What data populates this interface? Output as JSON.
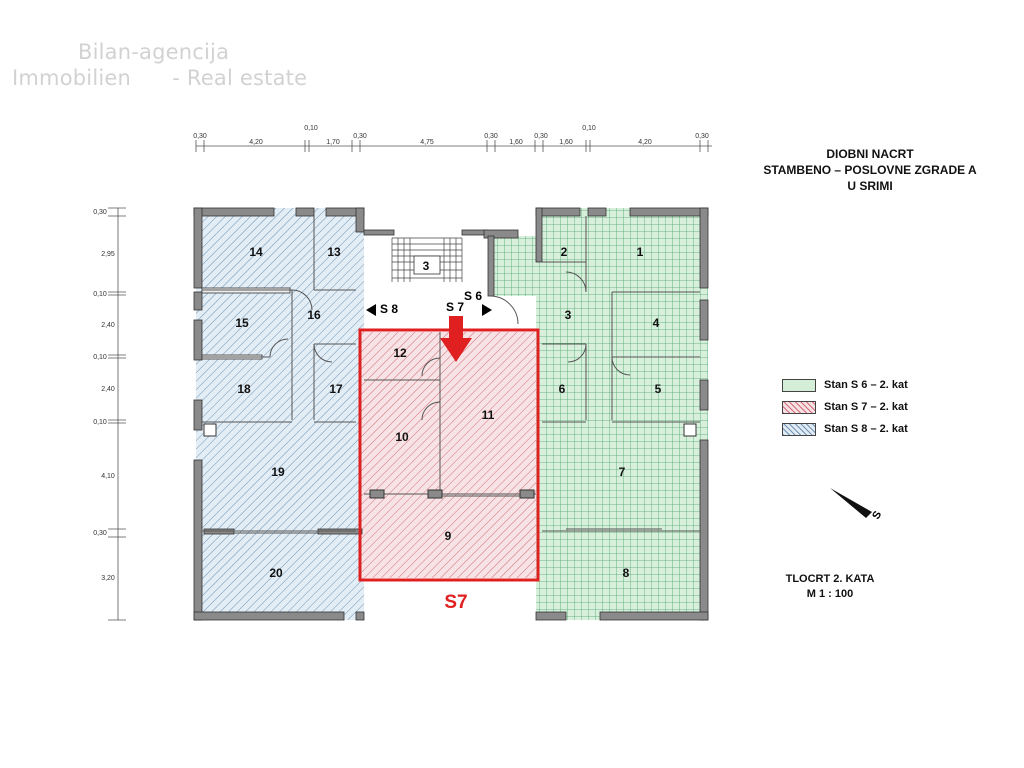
{
  "watermark": {
    "line1": "Bilan-agencija",
    "line2": "Immobilien      - Real estate"
  },
  "title": {
    "line1": "DIOBNI NACRT",
    "line2": "STAMBENO – POSLOVNE ZGRADE A",
    "line3": "U SRIMI"
  },
  "legend": {
    "items": [
      {
        "label": "Stan S 6 – 2. kat",
        "color": "#2e9a5a"
      },
      {
        "label": "Stan S 7 – 2. kat",
        "color": "#cc3b4a"
      },
      {
        "label": "Stan S 8 – 2. kat",
        "color": "#4b7a9e"
      }
    ]
  },
  "floor": {
    "line1": "TLOCRT 2. KATA",
    "line2": "M 1 : 100"
  },
  "compass": {
    "label": "S"
  },
  "highlight": {
    "label": "S7",
    "color": "#e02020"
  },
  "units": {
    "s8": "S 8",
    "s7": "S 7",
    "s6": "S 6"
  },
  "dims_top": [
    "0,30",
    "4,20",
    "0,10",
    "1,70",
    "0,30",
    "4,75",
    "0,30",
    "1,60",
    "0,30",
    "1,60",
    "0,10",
    "4,20",
    "0,30"
  ],
  "dims_left": [
    "0,30",
    "2,95",
    "0,10",
    "2,40",
    "0,10",
    "2,40",
    "0,10",
    "4,10",
    "0,30",
    "3,20"
  ],
  "rooms": {
    "r1": "1",
    "r2": "2",
    "r3": "3",
    "r4": "4",
    "r5": "5",
    "r6": "6",
    "r7": "7",
    "r8": "8",
    "r9": "9",
    "r10": "10",
    "r11": "11",
    "r12": "12",
    "r13": "13",
    "r14": "14",
    "r15": "15",
    "r16": "16",
    "r17": "17",
    "r18": "18",
    "r19": "19",
    "r20": "20",
    "stair": "3"
  }
}
